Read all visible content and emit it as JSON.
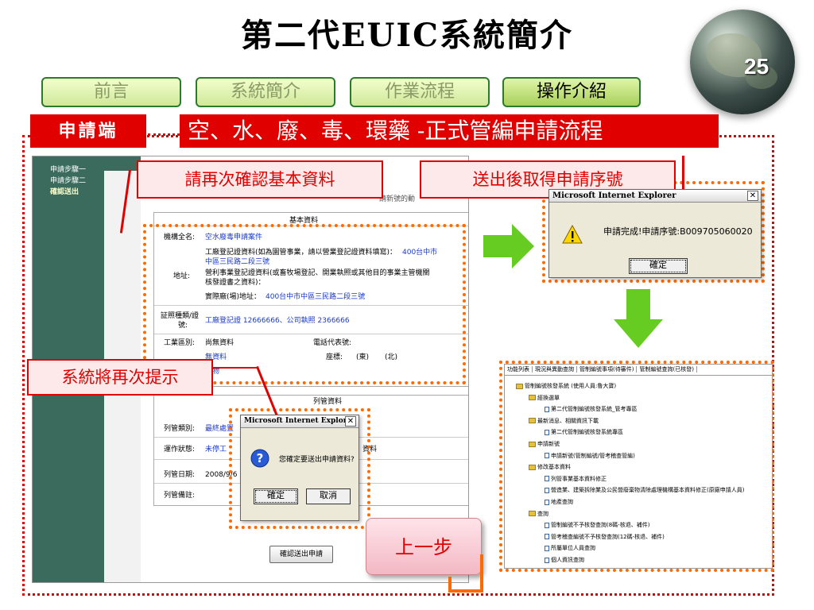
{
  "slide": {
    "title": "第二代EUIC系統簡介",
    "page_number": "25"
  },
  "nav": {
    "tabs": [
      {
        "label": "前言",
        "active": false
      },
      {
        "label": "系統簡介",
        "active": false
      },
      {
        "label": "作業流程",
        "active": false
      },
      {
        "label": "操作介紹",
        "active": true
      }
    ]
  },
  "section": {
    "side_label": "申請端",
    "title": "空、水、廢、毒、環藥 -正式管編申請流程"
  },
  "callouts": {
    "confirm_data": "請再次確認基本資料",
    "get_number": "送出後取得申請序號",
    "system_prompt": "系統將再次提示"
  },
  "app": {
    "steps": [
      "申請步驟一",
      "申請步驟二",
      "確認送出"
    ],
    "top_note": "請新號的動",
    "form": {
      "header": "基本資料",
      "org_name_label": "機構全名:",
      "org_name_value": "空水廢毒申請案件",
      "factory_reg_line1": "工廠登記證資料(如為園管事業，請以營業登記證資料填寫)：",
      "factory_reg_addr_a": "400台中市",
      "factory_reg_addr_b": "中區三民路二段三號",
      "address_label": "地址:",
      "business_reg_line1": "營利事業登記證資料(或畜牧場登記、開業執照或其他目的事業主管機關",
      "business_reg_line2": "核發證書之資料)：",
      "actual_addr_label": "實際廠(場)地址：",
      "actual_addr_value": "400台中市中區三民路二段三號",
      "cert_label_1": "証照種類/證",
      "cert_label_2": "號:",
      "cert_value": "工廠登記證 12666666、公司執照 2366666",
      "industrial_zone_label": "工業區別:",
      "industrial_zone_value": "尚無資料",
      "phone_label": "電話代表號:",
      "blue_row_value": "無資料",
      "coord_label": "座標:",
      "coord_east": "(東)",
      "coord_north": "(北)",
      "thing_value": "廢物",
      "lower_header": "列管資料",
      "category_label": "列管類別:",
      "category_value": "最終處置",
      "status_label": "運作狀態:",
      "status_value": "未停工",
      "info_tail": "資料",
      "date_label": "列管日期:",
      "date_value": "2008/9/6",
      "remark_label": "列管備註:",
      "submit_button": "確認送出申請"
    }
  },
  "dialog_result": {
    "title": "Microsoft Internet Explorer",
    "message": "申請完成!申請序號:B009705060020",
    "ok_label": "確定",
    "close_glyph": "✕",
    "icon": "warning-icon"
  },
  "dialog_confirm": {
    "title": "Microsoft Internet Explorer",
    "message": "您確定要送出申請資料?",
    "ok_label": "確定",
    "cancel_label": "取消",
    "close_glyph": "✕",
    "icon": "question-icon"
  },
  "tree": {
    "tabs": [
      "功能列表",
      "現況與異動查詢",
      "管制編號事項(待審件)",
      "管制編號查詢(已核發)"
    ],
    "items": [
      {
        "text": "管制編號核發系統 (使用人員:魯大寶)",
        "kind": "folder",
        "level": 0
      },
      {
        "text": "經換選單",
        "kind": "folder",
        "level": 1
      },
      {
        "text": "第二代管制編號核發系統_管考專區",
        "kind": "doc",
        "level": 2
      },
      {
        "text": "最新消息、相關資訊下載",
        "kind": "folder",
        "level": 1
      },
      {
        "text": "第二代管制編號核發系統專區",
        "kind": "doc",
        "level": 2
      },
      {
        "text": "申請新號",
        "kind": "folder",
        "level": 1
      },
      {
        "text": "申請新號(管制編號/管考稽查管編)",
        "kind": "doc",
        "level": 2
      },
      {
        "text": "修改基本資料",
        "kind": "folder",
        "level": 1
      },
      {
        "text": "列管事業基本資料修正",
        "kind": "doc",
        "level": 2
      },
      {
        "text": "營造業、建築拆除業及公民營廢棄物清除處理機構基本資料修正(原廠申請人員)",
        "kind": "doc",
        "level": 2
      },
      {
        "text": "地產查詢",
        "kind": "doc",
        "level": 2
      },
      {
        "text": "查詢",
        "kind": "folder",
        "level": 1
      },
      {
        "text": "管制編號不予核發查詢(8碼-核退、補件)",
        "kind": "doc",
        "level": 2
      },
      {
        "text": "管考稽查編號不予核發查詢(12碼-核退、補件)",
        "kind": "doc",
        "level": 2
      },
      {
        "text": "所屬單位人員查詢",
        "kind": "doc",
        "level": 2
      },
      {
        "text": "個人資訊查詢",
        "kind": "doc",
        "level": 2
      }
    ]
  },
  "back_button": {
    "label": "上一步"
  },
  "colors": {
    "accent_red": "#e00000",
    "highlight_orange": "#ff6a00",
    "arrow_green": "#66cc22",
    "nav_border": "#2c7a2c"
  }
}
